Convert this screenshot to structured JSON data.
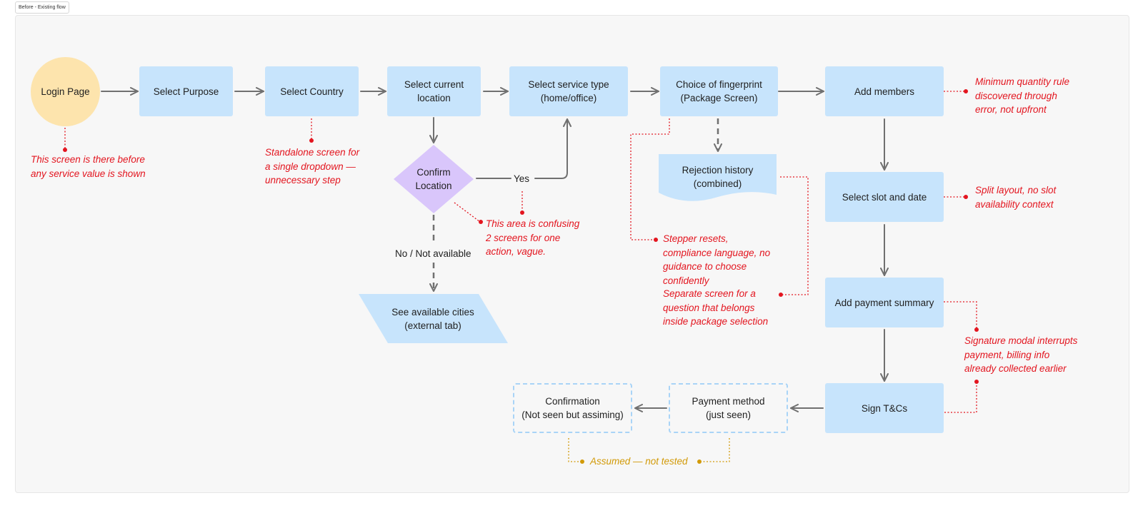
{
  "frame": {
    "label": "Before - Existing flow"
  },
  "colors": {
    "step_fill": "#c7e4fc",
    "start_fill": "#fde4ad",
    "decision_fill": "#d9c6fb",
    "arrow": "#707070",
    "note_red": "#e3151f",
    "note_amber": "#d29a08",
    "dashed_border": "#a9d4f7"
  },
  "nodes": {
    "login": {
      "label": "Login Page"
    },
    "purpose": {
      "label": "Select Purpose"
    },
    "country": {
      "label": "Select Country"
    },
    "location": {
      "line1": "Select current",
      "line2": "location"
    },
    "service": {
      "line1": "Select service type",
      "line2": "(home/office)"
    },
    "fingerprint": {
      "line1": "Choice of fingerprint",
      "line2": "(Package Screen)"
    },
    "members": {
      "label": "Add members"
    },
    "confirm": {
      "line1": "Confirm",
      "line2": "Location"
    },
    "rejection": {
      "line1": "Rejection history",
      "line2": "(combined)"
    },
    "slot": {
      "label": "Select slot and date"
    },
    "cities": {
      "line1": "See available cities",
      "line2": "(external tab)"
    },
    "payment_summary": {
      "label": "Add payment summary"
    },
    "sign": {
      "label": "Sign T&Cs"
    },
    "payment_method": {
      "line1": "Payment method",
      "line2": "(just seen)"
    },
    "confirmation": {
      "line1": "Confirmation",
      "line2": "(Not seen but assiming)"
    }
  },
  "edge_labels": {
    "yes": "Yes",
    "no": "No / Not available"
  },
  "notes": {
    "login": [
      "This screen is there before",
      "any service value is shown"
    ],
    "country": [
      "Standalone screen for",
      "a single dropdown —",
      "unnecessary step"
    ],
    "confirm": [
      "This area is confusing",
      "2 screens for one",
      "action, vague."
    ],
    "stepper": [
      "Stepper resets,",
      "compliance language, no",
      "guidance to choose",
      "confidently"
    ],
    "rejection": [
      "Separate screen for a",
      "question that belongs",
      "inside package selection"
    ],
    "members": [
      "Minimum quantity rule",
      "discovered through",
      "error, not upfront"
    ],
    "slot": [
      "Split layout, no slot",
      "availability context"
    ],
    "signature": [
      "Signature modal interrupts",
      "payment, billing info",
      "already collected earlier"
    ],
    "assumed": "Assumed — not tested"
  }
}
